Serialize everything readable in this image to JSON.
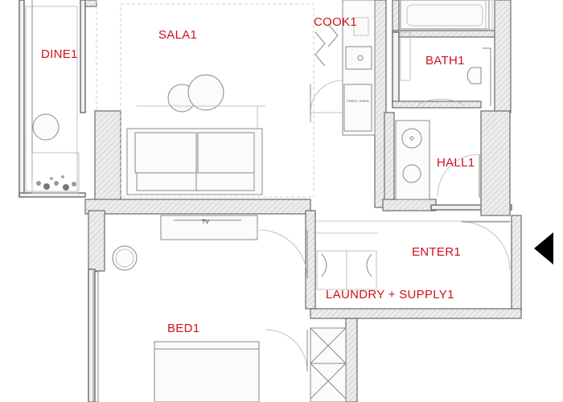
{
  "rooms": {
    "dine": "DINE1",
    "sala": "SALA1",
    "cook": "COOK1",
    "bath": "BATH1",
    "hall": "HALL1",
    "enter": "ENTER1",
    "laundry": "LAUNDRY + SUPPLY1",
    "bed": "BED1"
  },
  "fixtures": {
    "tv": "TV",
    "fridge": "FREEZ. RISEB"
  },
  "colors": {
    "label": "#d0101c",
    "wall": "#6a6a6a",
    "entry_arrow": "#000000"
  },
  "icons": {
    "entry": "entry-arrow-icon"
  }
}
